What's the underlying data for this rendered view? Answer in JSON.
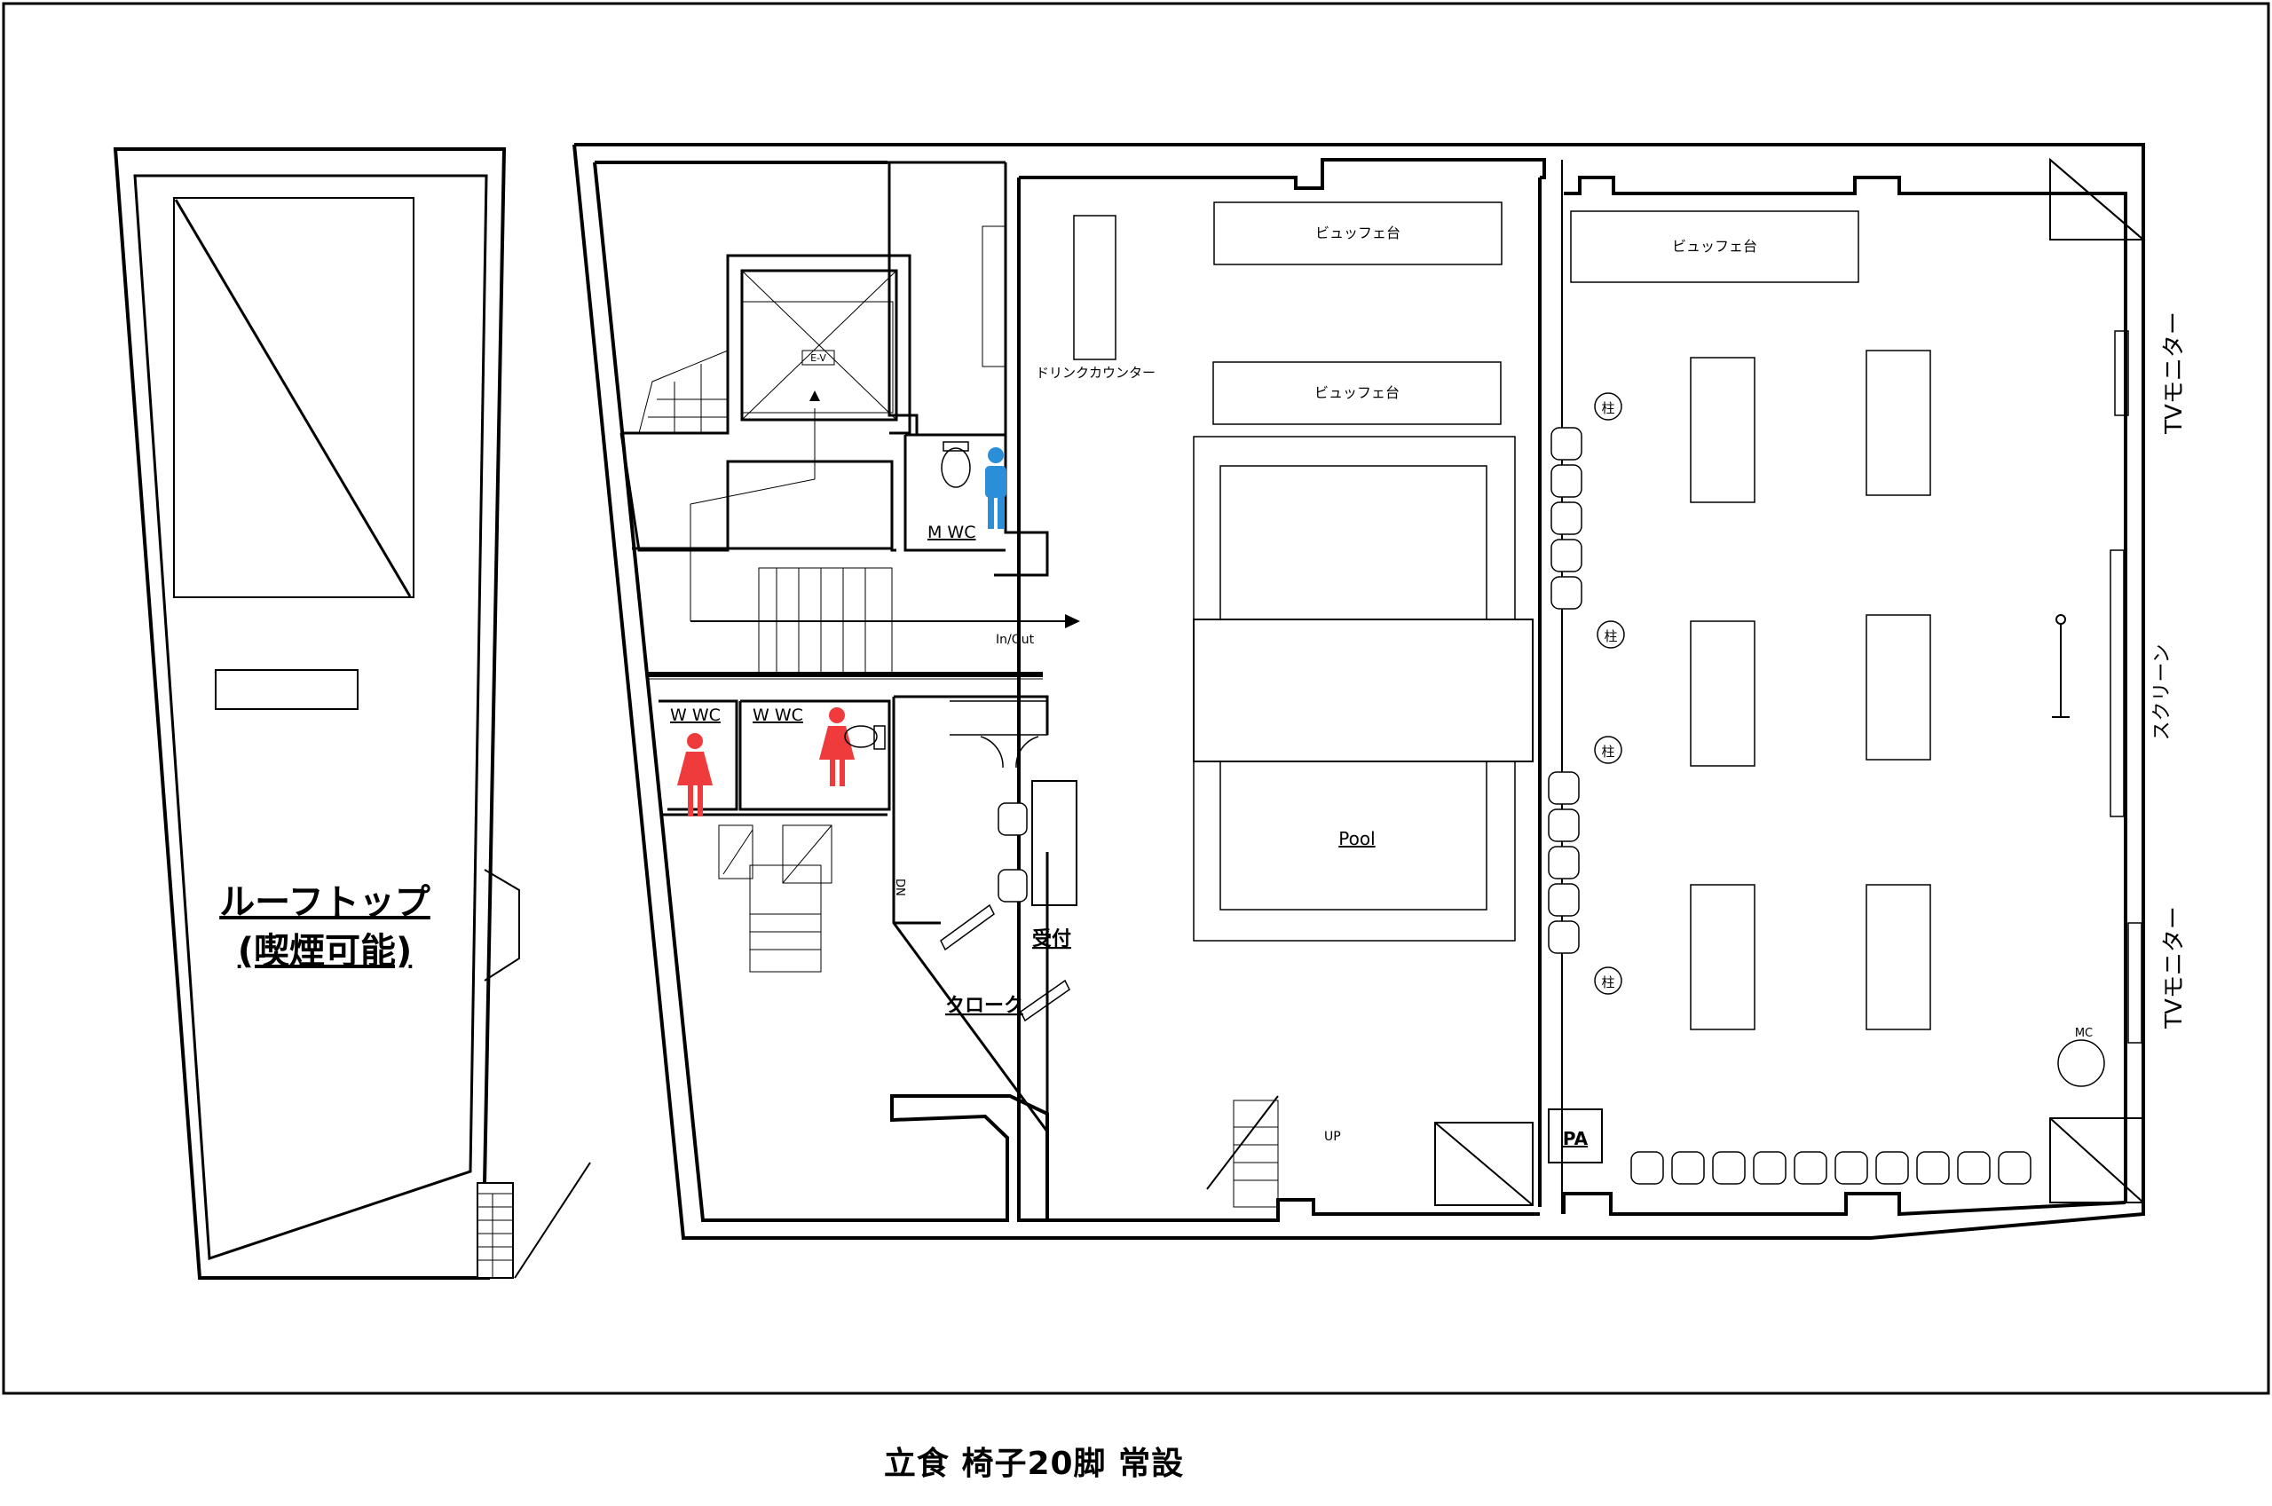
{
  "labels": {
    "buffet_1": "ビュッフェ台",
    "buffet_2": "ビュッフェ台",
    "buffet_3": "ビュッフェ台",
    "drink_counter": "ドリンクカウンター",
    "ev": "E-V",
    "m_wc": "M WC",
    "w_wc_1": "W WC",
    "w_wc_2": "W WC",
    "in_out": "In/Out",
    "dn": "DN",
    "up": "UP",
    "reception": "受付",
    "cloak": "クローク",
    "pool": "Pool",
    "pa": "PA",
    "mc": "MC",
    "pillar": "柱",
    "tv_monitor_1": "TVモニター",
    "tv_monitor_2": "TVモニター",
    "screen": "スクリーン",
    "rooftop_line1": "ルーフトップ",
    "rooftop_line2": "(喫煙可能)"
  },
  "caption": "立食 椅子20脚 常設",
  "colors": {
    "male_icon": "#2a8fd8",
    "female_icon": "#ef3b3b",
    "line": "#000000",
    "background": "#ffffff"
  },
  "icons": [
    "male-person-icon",
    "female-person-icon",
    "toilet-icon"
  ]
}
